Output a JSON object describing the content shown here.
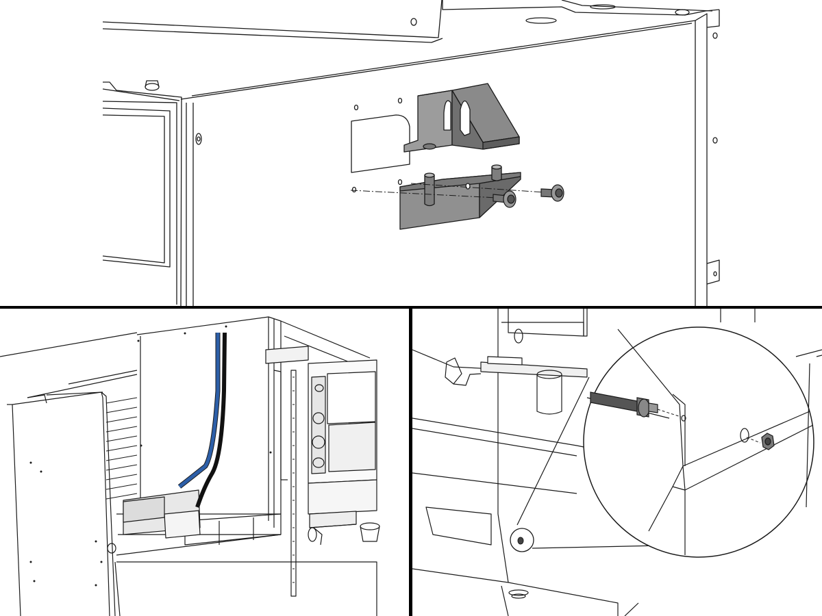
{
  "figure": {
    "panels": [
      "top",
      "bottom-left",
      "bottom-right"
    ],
    "colors": {
      "line": "#1a1a1a",
      "bracket": "#8a8a8a",
      "bracket_dark": "#5e5e5e",
      "coolant_hose_blue": "#2d5fa8",
      "coolant_hose_black": "#111111",
      "panel_divider": "#000000"
    },
    "icons": {
      "top": [
        "mounting-bracket",
        "clamp-plate",
        "shoulder-bolt",
        "shoulder-bolt"
      ],
      "bottom_left": [
        "machine-enclosure",
        "control-pendant",
        "vise",
        "coolant-hose-blue",
        "coolant-hose-black"
      ],
      "bottom_right": [
        "tool-holder-tray",
        "detail-magnifier",
        "hose-fitting",
        "hex-nut"
      ]
    }
  }
}
